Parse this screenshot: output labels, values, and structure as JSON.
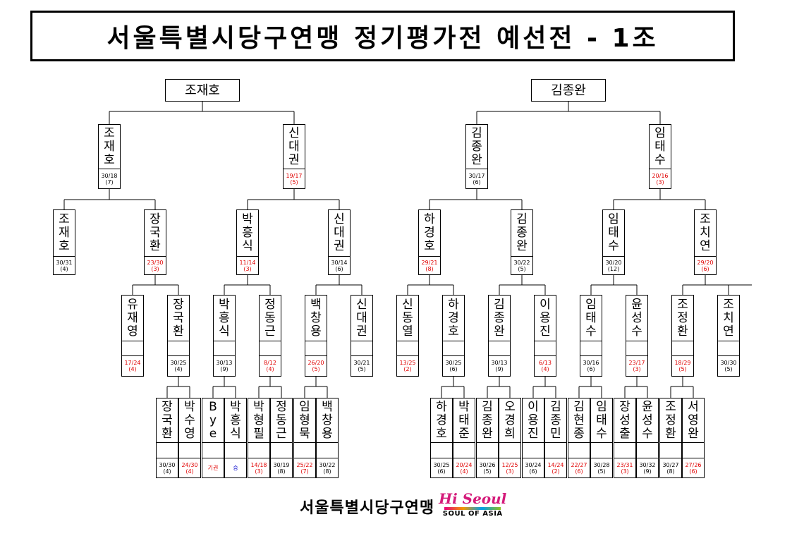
{
  "title": "서울특별시당구연맹 정기평가전 예선전 - 1조",
  "footer": {
    "org": "서울특별시당구연맹",
    "logo_main": "Hi Seoul",
    "logo_sub": "SOUL OF ASIA"
  },
  "colors": {
    "red": "#e00000",
    "blue": "#0000cc",
    "line": "#000000"
  },
  "bracket": {
    "finals": [
      {
        "name": "조재호"
      },
      {
        "name": "김종완"
      }
    ],
    "round3": [
      {
        "name": "조재호",
        "score": "30/18",
        "rank": "(7)",
        "color": "black"
      },
      {
        "name": "신대권",
        "score": "19/17",
        "rank": "(5)",
        "color": "red"
      },
      {
        "name": "김종완",
        "score": "30/17",
        "rank": "(6)",
        "color": "black"
      },
      {
        "name": "임태수",
        "score": "20/16",
        "rank": "(3)",
        "color": "red"
      }
    ],
    "round2": [
      {
        "name": "조재호",
        "score": "30/31",
        "rank": "(4)",
        "color": "black"
      },
      {
        "name": "장국환",
        "score": "23/30",
        "rank": "(3)",
        "color": "red"
      },
      {
        "name": "박흥식",
        "score": "11/14",
        "rank": "(3)",
        "color": "red"
      },
      {
        "name": "신대권",
        "score": "30/14",
        "rank": "(6)",
        "color": "black"
      },
      {
        "name": "하경호",
        "score": "29/21",
        "rank": "(8)",
        "color": "red"
      },
      {
        "name": "김종완",
        "score": "30/22",
        "rank": "(5)",
        "color": "black"
      },
      {
        "name": "임태수",
        "score": "30/20",
        "rank": "(12)",
        "color": "black"
      },
      {
        "name": "조치연",
        "score": "29/20",
        "rank": "(6)",
        "color": "red"
      }
    ],
    "round1": [
      {
        "name": "유재영",
        "score": "17/24",
        "rank": "(4)",
        "color": "red"
      },
      {
        "name": "장국환",
        "score": "30/25",
        "rank": "(4)",
        "color": "black"
      },
      {
        "name": "박흥식",
        "score": "30/13",
        "rank": "(9)",
        "color": "black"
      },
      {
        "name": "정동근",
        "score": "8/12",
        "rank": "(4)",
        "color": "red"
      },
      {
        "name": "백창용",
        "score": "26/20",
        "rank": "(5)",
        "color": "red"
      },
      {
        "name": "신대권",
        "score": "30/21",
        "rank": "(5)",
        "color": "black"
      },
      {
        "name": "신동열",
        "score": "13/25",
        "rank": "(2)",
        "color": "red"
      },
      {
        "name": "하경호",
        "score": "30/25",
        "rank": "(6)",
        "color": "black"
      },
      {
        "name": "김종완",
        "score": "30/13",
        "rank": "(9)",
        "color": "black"
      },
      {
        "name": "이용진",
        "score": "6/13",
        "rank": "(4)",
        "color": "red"
      },
      {
        "name": "임태수",
        "score": "30/16",
        "rank": "(6)",
        "color": "black"
      },
      {
        "name": "윤성수",
        "score": "23/17",
        "rank": "(3)",
        "color": "red"
      },
      {
        "name": "조정환",
        "score": "18/29",
        "rank": "(5)",
        "color": "red"
      },
      {
        "name": "조치연",
        "score": "30/30",
        "rank": "(5)",
        "color": "black"
      }
    ],
    "round0": [
      {
        "name": "장국환",
        "score": "30/30",
        "rank": "(4)",
        "color": "black"
      },
      {
        "name": "박수영",
        "score": "24/30",
        "rank": "(4)",
        "color": "red"
      },
      {
        "name": "Bye",
        "score": "기권",
        "rank": "",
        "color": "red"
      },
      {
        "name": "박흥식",
        "score": "승",
        "rank": "",
        "color": "blue"
      },
      {
        "name": "박형필",
        "score": "14/18",
        "rank": "(3)",
        "color": "red"
      },
      {
        "name": "정동근",
        "score": "30/19",
        "rank": "(8)",
        "color": "black"
      },
      {
        "name": "임형묵",
        "score": "25/22",
        "rank": "(7)",
        "color": "red"
      },
      {
        "name": "백창용",
        "score": "30/22",
        "rank": "(8)",
        "color": "black"
      },
      {
        "name": "하경호",
        "score": "30/25",
        "rank": "(6)",
        "color": "black"
      },
      {
        "name": "박태준",
        "score": "20/24",
        "rank": "(4)",
        "color": "red"
      },
      {
        "name": "김종완",
        "score": "30/26",
        "rank": "(5)",
        "color": "black"
      },
      {
        "name": "오경희",
        "score": "12/25",
        "rank": "(3)",
        "color": "red"
      },
      {
        "name": "이용진",
        "score": "30/24",
        "rank": "(6)",
        "color": "black"
      },
      {
        "name": "김종민",
        "score": "14/24",
        "rank": "(2)",
        "color": "red"
      },
      {
        "name": "김현종",
        "score": "22/27",
        "rank": "(6)",
        "color": "red"
      },
      {
        "name": "임태수",
        "score": "30/28",
        "rank": "(5)",
        "color": "black"
      },
      {
        "name": "장성출",
        "score": "23/31",
        "rank": "(3)",
        "color": "red"
      },
      {
        "name": "윤성수",
        "score": "30/32",
        "rank": "(9)",
        "color": "black"
      },
      {
        "name": "조정환",
        "score": "30/27",
        "rank": "(8)",
        "color": "black"
      },
      {
        "name": "서영완",
        "score": "27/26",
        "rank": "(6)",
        "color": "red"
      }
    ]
  }
}
